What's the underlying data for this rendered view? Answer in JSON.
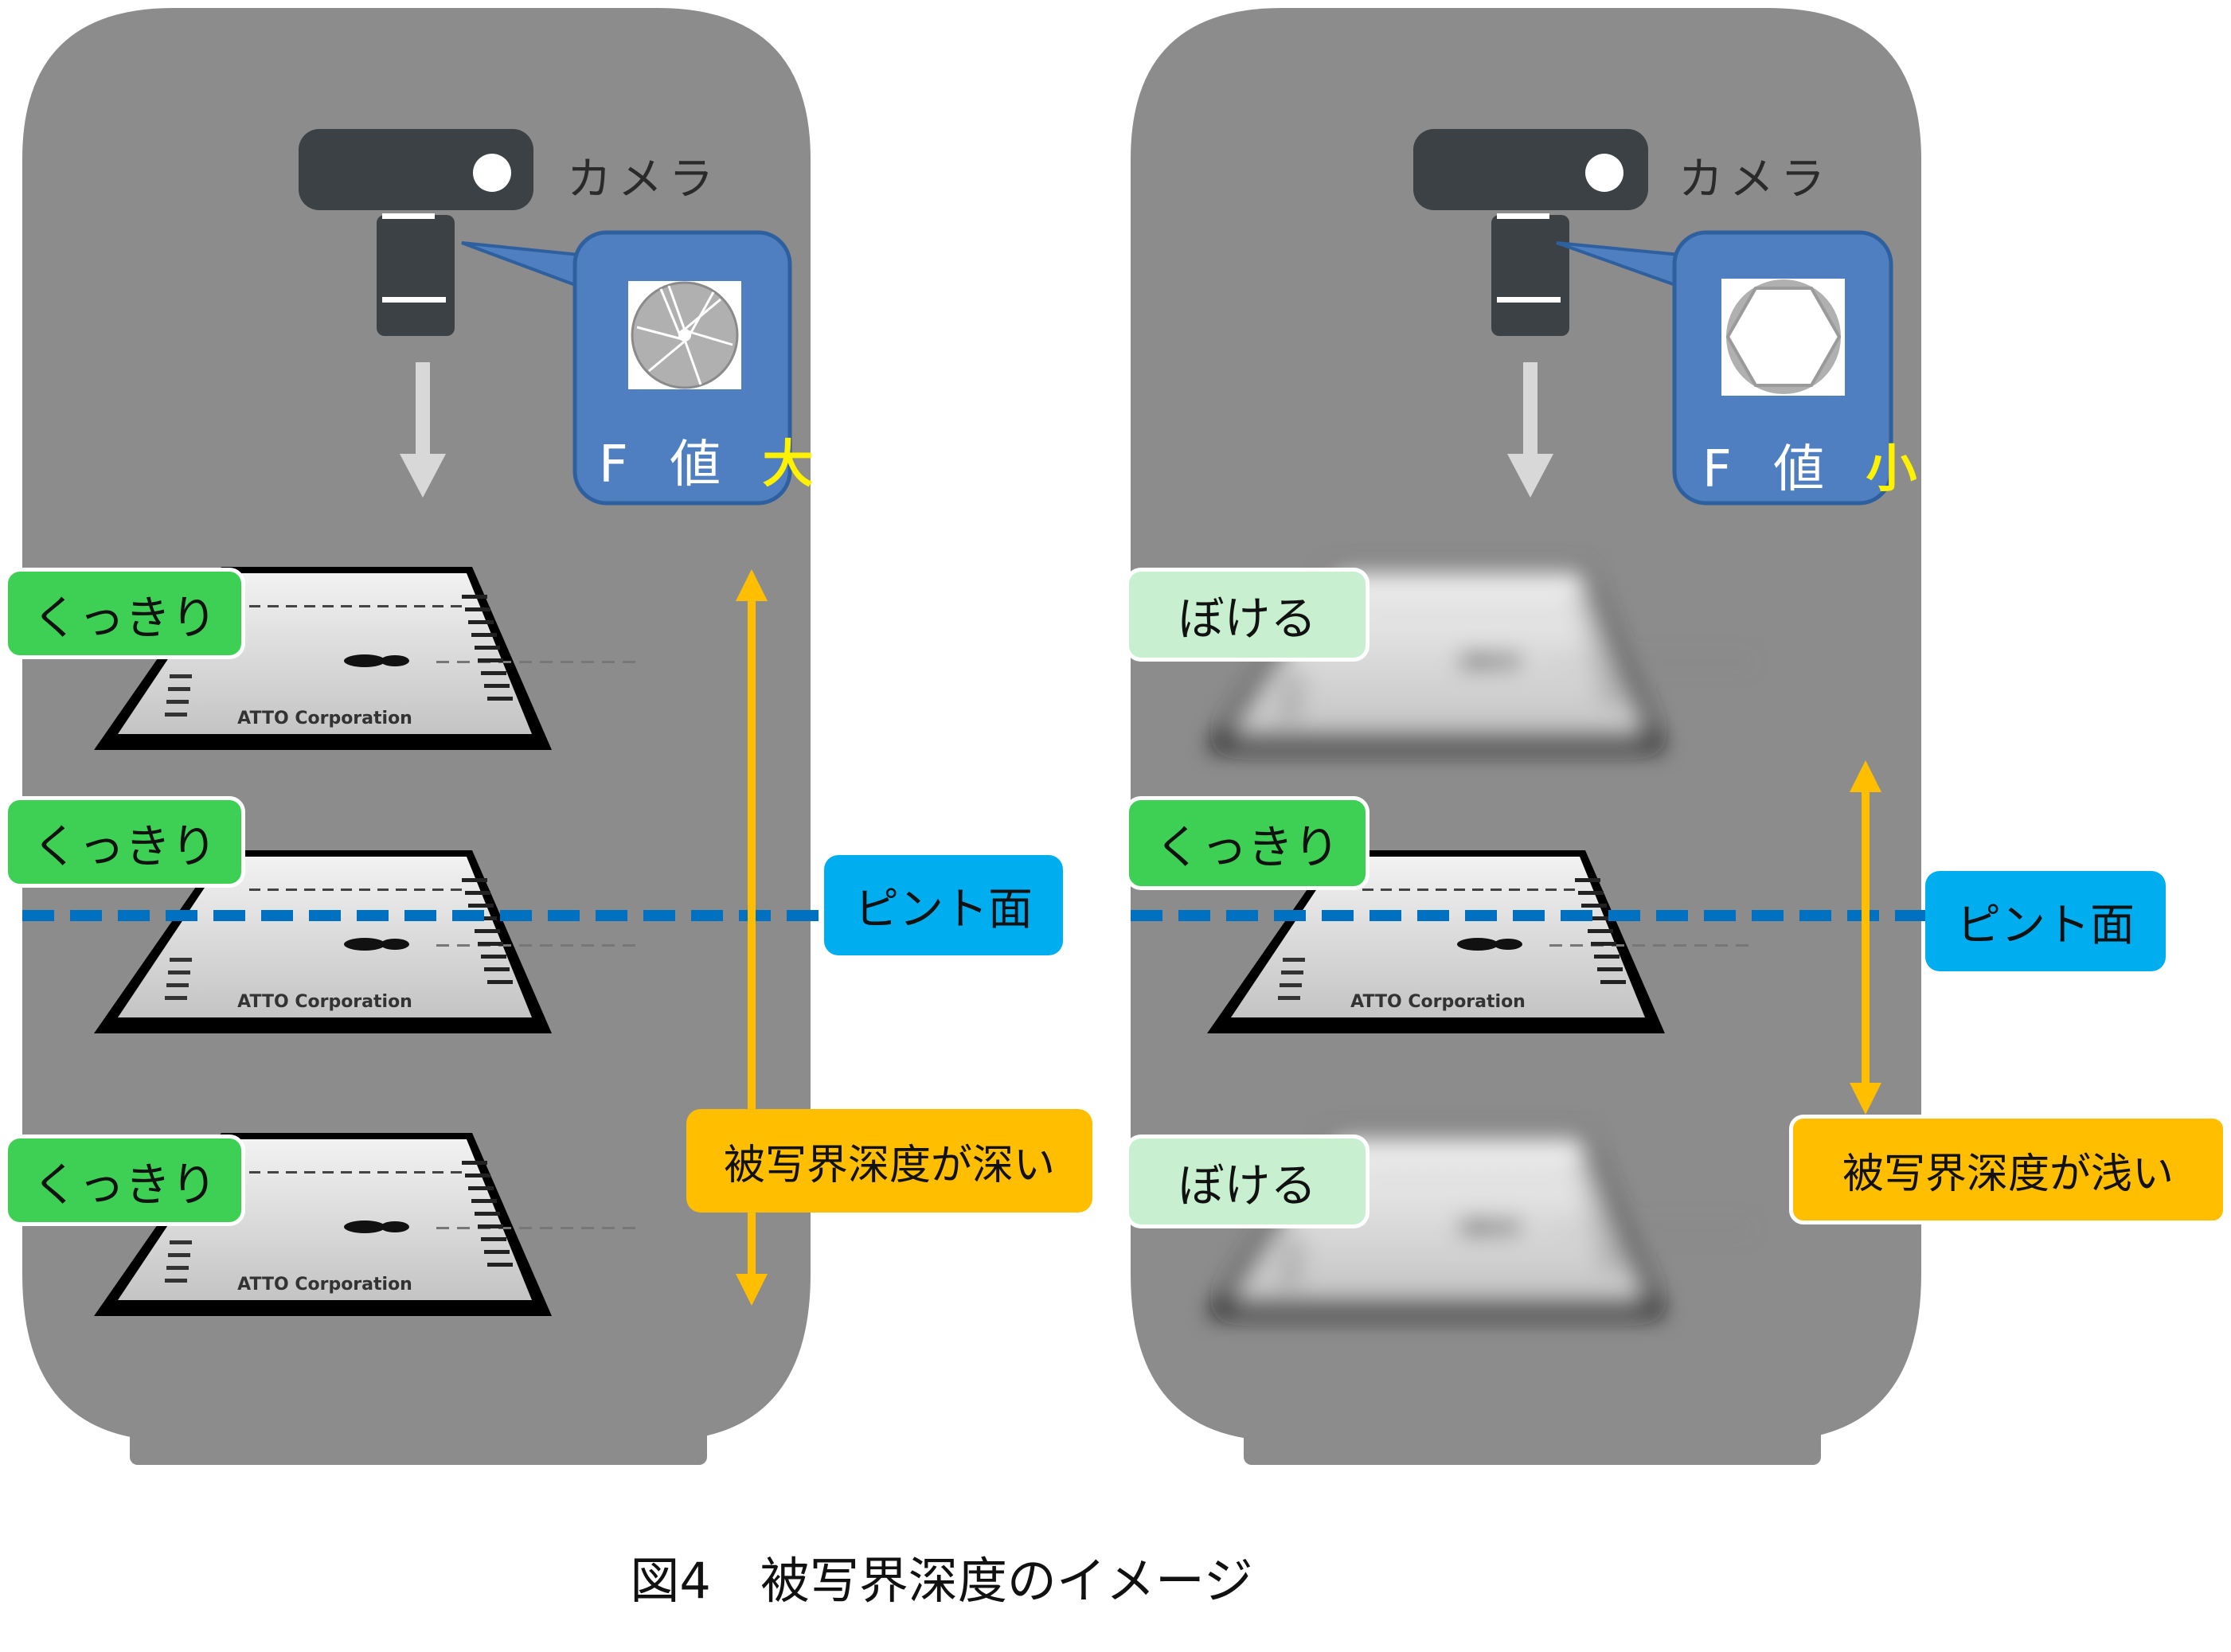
{
  "left": {
    "camera_label": "カメラ",
    "fvalue_prefix": "F 値",
    "fvalue_size": "大",
    "aperture_icon": "aperture-small-opening-icon",
    "plates": [
      {
        "state": "くっきり",
        "brand": "ATTO Corporation"
      },
      {
        "state": "くっきり",
        "brand": "ATTO Corporation"
      },
      {
        "state": "くっきり",
        "brand": "ATTO Corporation"
      }
    ],
    "focus_plane_label": "ピント面",
    "dof_label": "被写界深度が深い"
  },
  "right": {
    "camera_label": "カメラ",
    "fvalue_prefix": "F 値",
    "fvalue_size": "小",
    "aperture_icon": "aperture-wide-opening-icon",
    "plates": [
      {
        "state": "ぼける",
        "brand": ""
      },
      {
        "state": "くっきり",
        "brand": "ATTO Corporation"
      },
      {
        "state": "ぼける",
        "brand": ""
      }
    ],
    "focus_plane_label": "ピント面",
    "dof_label": "被写界深度が浅い"
  },
  "caption": "図4　被写界深度のイメージ",
  "colors": {
    "cabinet": "#8c8c8c",
    "camera": "#3b4144",
    "callout": "#4f7fc0",
    "sharp_label": "#3ecf55",
    "blur_label": "#c8efcf",
    "focus_plane": "#0070c0",
    "focus_label": "#00aeef",
    "dof_arrow": "#ffbe00",
    "fvalue_highlight": "#fff200"
  }
}
